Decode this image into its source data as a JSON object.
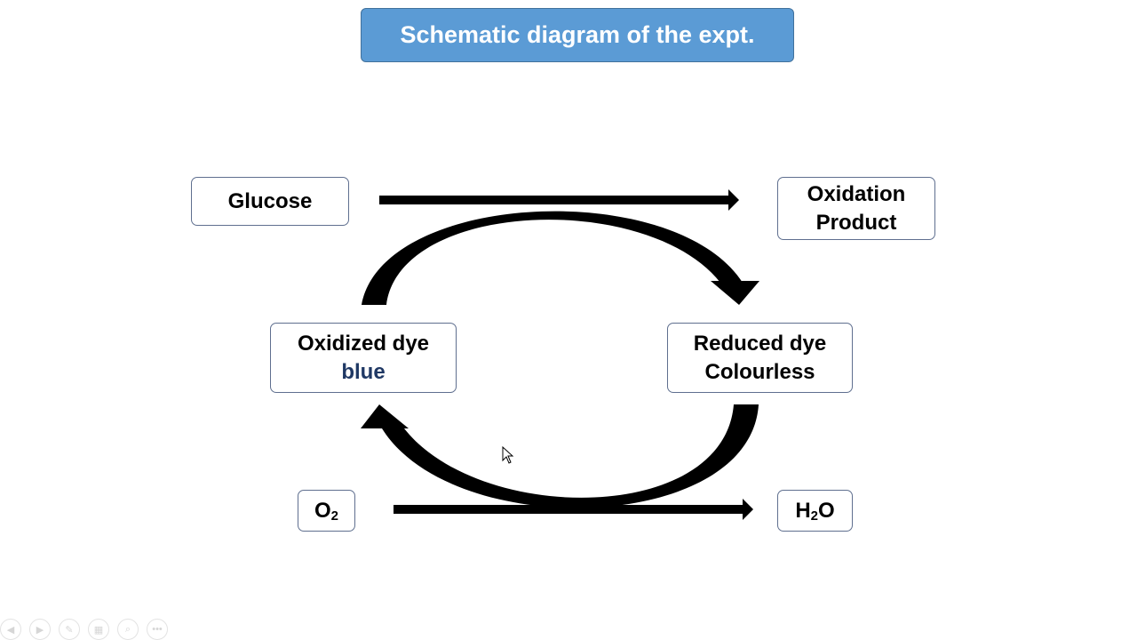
{
  "title": "Schematic diagram of the expt.",
  "nodes": {
    "glucose": "Glucose",
    "oxidation_product": {
      "line1": "Oxidation",
      "line2": "Product"
    },
    "oxidized_dye": {
      "line1": "Oxidized dye",
      "line2": "blue"
    },
    "reduced_dye": {
      "line1": "Reduced dye",
      "line2": "Colourless"
    },
    "oxygen": {
      "main": "O",
      "sub": "2"
    },
    "water": {
      "main": "H",
      "sub": "2",
      "tail": "O"
    }
  },
  "colors": {
    "title_bg": "#5b9bd5",
    "node_border": "#5f6f8f",
    "blue_text": "#1f3864",
    "arrow": "#000000"
  },
  "controls": [
    "prev-icon",
    "next-icon",
    "pen-icon",
    "slides-icon",
    "zoom-icon",
    "more-icon"
  ]
}
